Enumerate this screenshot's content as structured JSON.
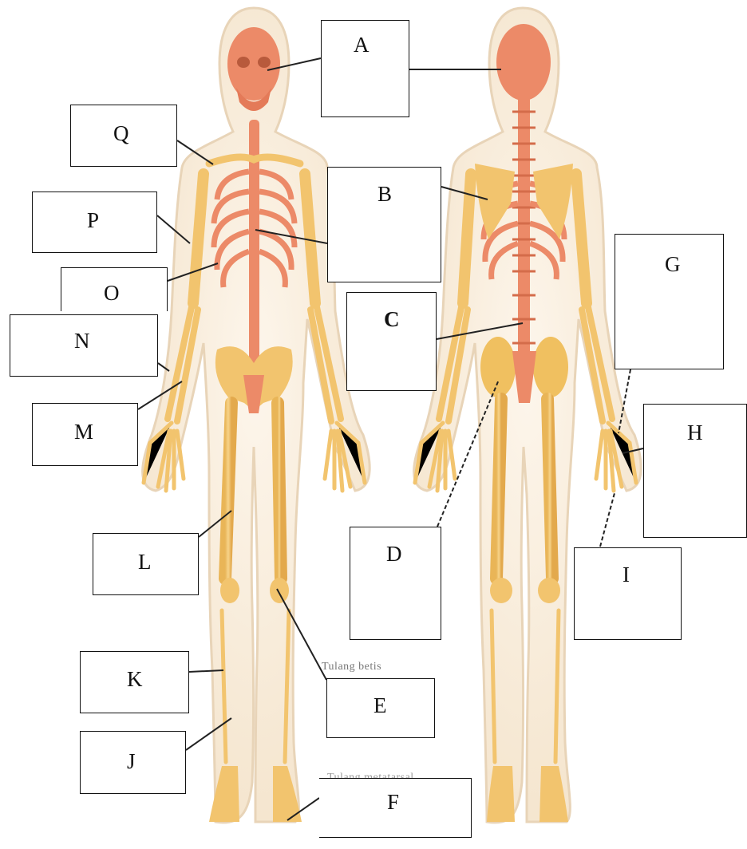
{
  "colors": {
    "axial_bone": "#ec8a68",
    "appendicular_bone": "#f2c46e",
    "body_outline": "#e8d4b8",
    "pelvis_posterior": "#f0c060"
  },
  "labels": {
    "A": "A",
    "B": "B",
    "C": "C",
    "D": "D",
    "E": "E",
    "F": "F",
    "G": "G",
    "H": "H",
    "I": "I",
    "J": "J",
    "K": "K",
    "L": "L",
    "M": "M",
    "N": "N",
    "O": "O",
    "P": "P",
    "Q": "Q"
  },
  "background_text": {
    "tulang_betis": "Tulang betis",
    "tulang_metatarsal": "Tulang metatarsal"
  }
}
